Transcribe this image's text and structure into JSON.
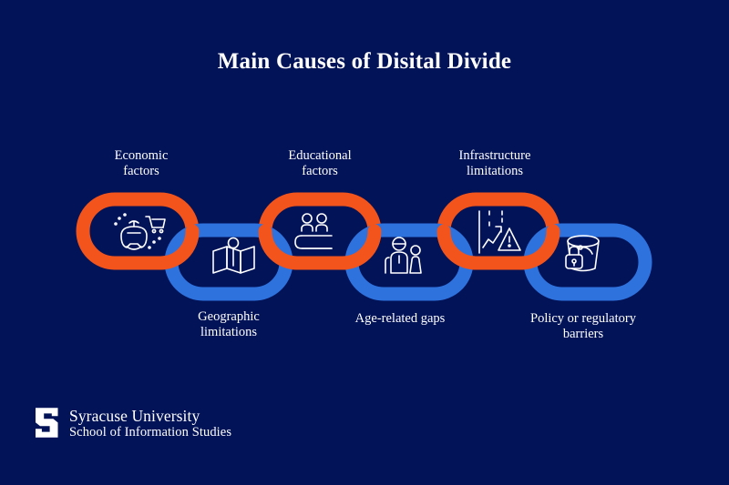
{
  "page": {
    "title": "Main Causes of Disital Divide",
    "background_color": "#021358"
  },
  "colors": {
    "background": "#021358",
    "orange": "#F2541B",
    "blue": "#2E72DE",
    "text": "#FFFFFF"
  },
  "chain": {
    "links": [
      {
        "index": 1,
        "label": "Economic\nfactors",
        "color": "#F2541B",
        "color_name": "orange",
        "position": "upper",
        "icon": "vr-headset-shopping-cart-icon"
      },
      {
        "index": 2,
        "label": "Geographic\nlimitations",
        "color": "#2E72DE",
        "color_name": "blue",
        "position": "lower",
        "icon": "folded-map-pin-icon"
      },
      {
        "index": 3,
        "label": "Educational\nfactors",
        "color": "#F2541B",
        "color_name": "orange",
        "position": "upper",
        "icon": "students-desk-icon"
      },
      {
        "index": 4,
        "label": "Age-related gaps",
        "color": "#2E72DE",
        "color_name": "blue",
        "position": "lower",
        "icon": "elderly-and-child-icon"
      },
      {
        "index": 5,
        "label": "Infrastructure\nlimitations",
        "color": "#F2541B",
        "color_name": "orange",
        "position": "upper",
        "icon": "chart-warning-icon"
      },
      {
        "index": 6,
        "label": "Policy or regulatory\nbarriers",
        "color": "#2E72DE",
        "color_name": "blue",
        "position": "lower",
        "icon": "data-bucket-lock-icon"
      }
    ]
  },
  "logo": {
    "mark": "block-s-icon",
    "line1": "Syracuse University",
    "line2": "School of Information Studies"
  }
}
